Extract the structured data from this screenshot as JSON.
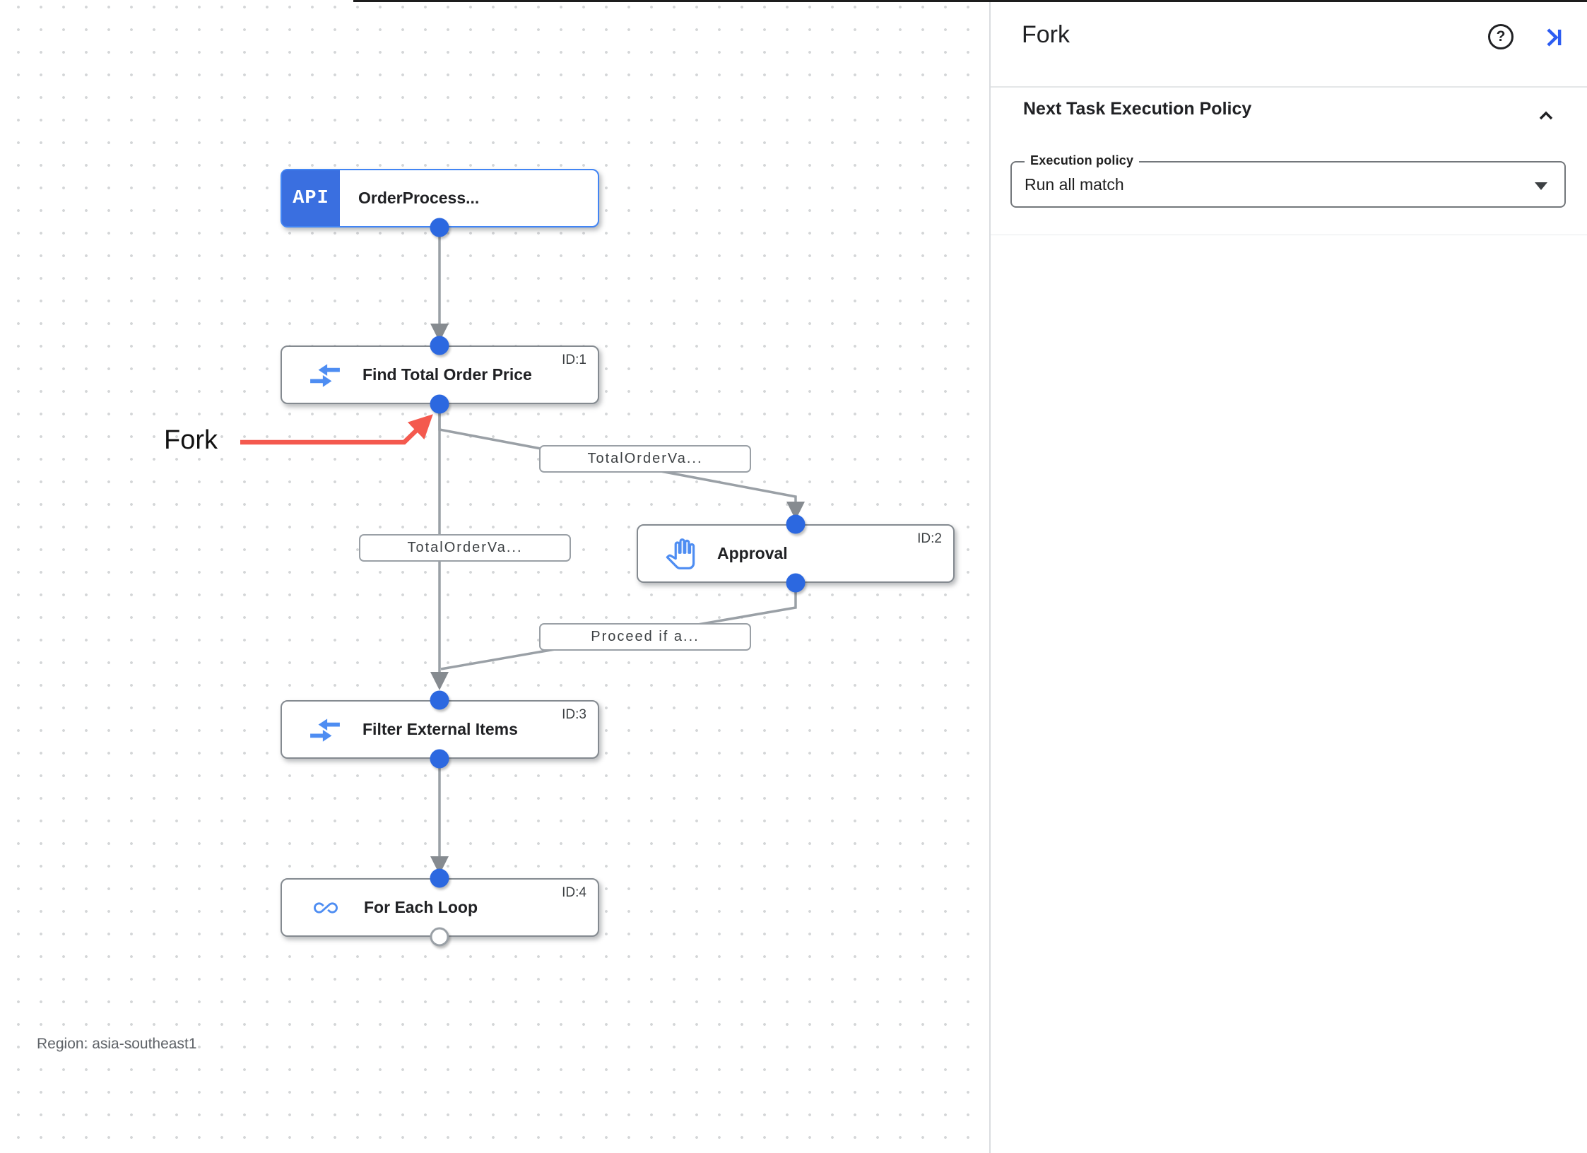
{
  "panel": {
    "title": "Fork",
    "icons": {
      "help": "help-circle-icon",
      "collapse": "collapse-panel-right-icon"
    },
    "next_task_section": {
      "heading": "Next Task Execution Policy",
      "collapse_icon": "chevron-up-icon",
      "execution_policy": {
        "label": "Execution policy",
        "value": "Run all match",
        "icon": "dropdown-arrow-icon"
      }
    }
  },
  "canvas": {
    "annotation": {
      "label": "Fork"
    },
    "region_note": "Region: asia-southeast1",
    "nodes": [
      {
        "title": "OrderProcess...",
        "badge": "API",
        "icon": "api-trigger-icon",
        "id_label": ""
      },
      {
        "title": "Find Total Order Price",
        "icon": "data-mapping-icon",
        "id_label": "ID:1"
      },
      {
        "title": "Approval",
        "icon": "approval-hand-icon",
        "id_label": "ID:2"
      },
      {
        "title": "Filter External Items",
        "icon": "data-mapping-icon",
        "id_label": "ID:3"
      },
      {
        "title": "For Each Loop",
        "icon": "for-each-loop-icon",
        "id_label": "ID:4"
      }
    ],
    "edge_labels": [
      {
        "text": "TotalOrderVa..."
      },
      {
        "text": "TotalOrderVa..."
      },
      {
        "text": "Proceed if a..."
      }
    ],
    "colors": {
      "node_accent_blue": "#3a6fe0",
      "connector_dot_blue": "#2c68e0",
      "icon_blue": "#4e8df2",
      "edge_gray": "#9aa0a6",
      "annotation_red": "#f4594e"
    }
  }
}
